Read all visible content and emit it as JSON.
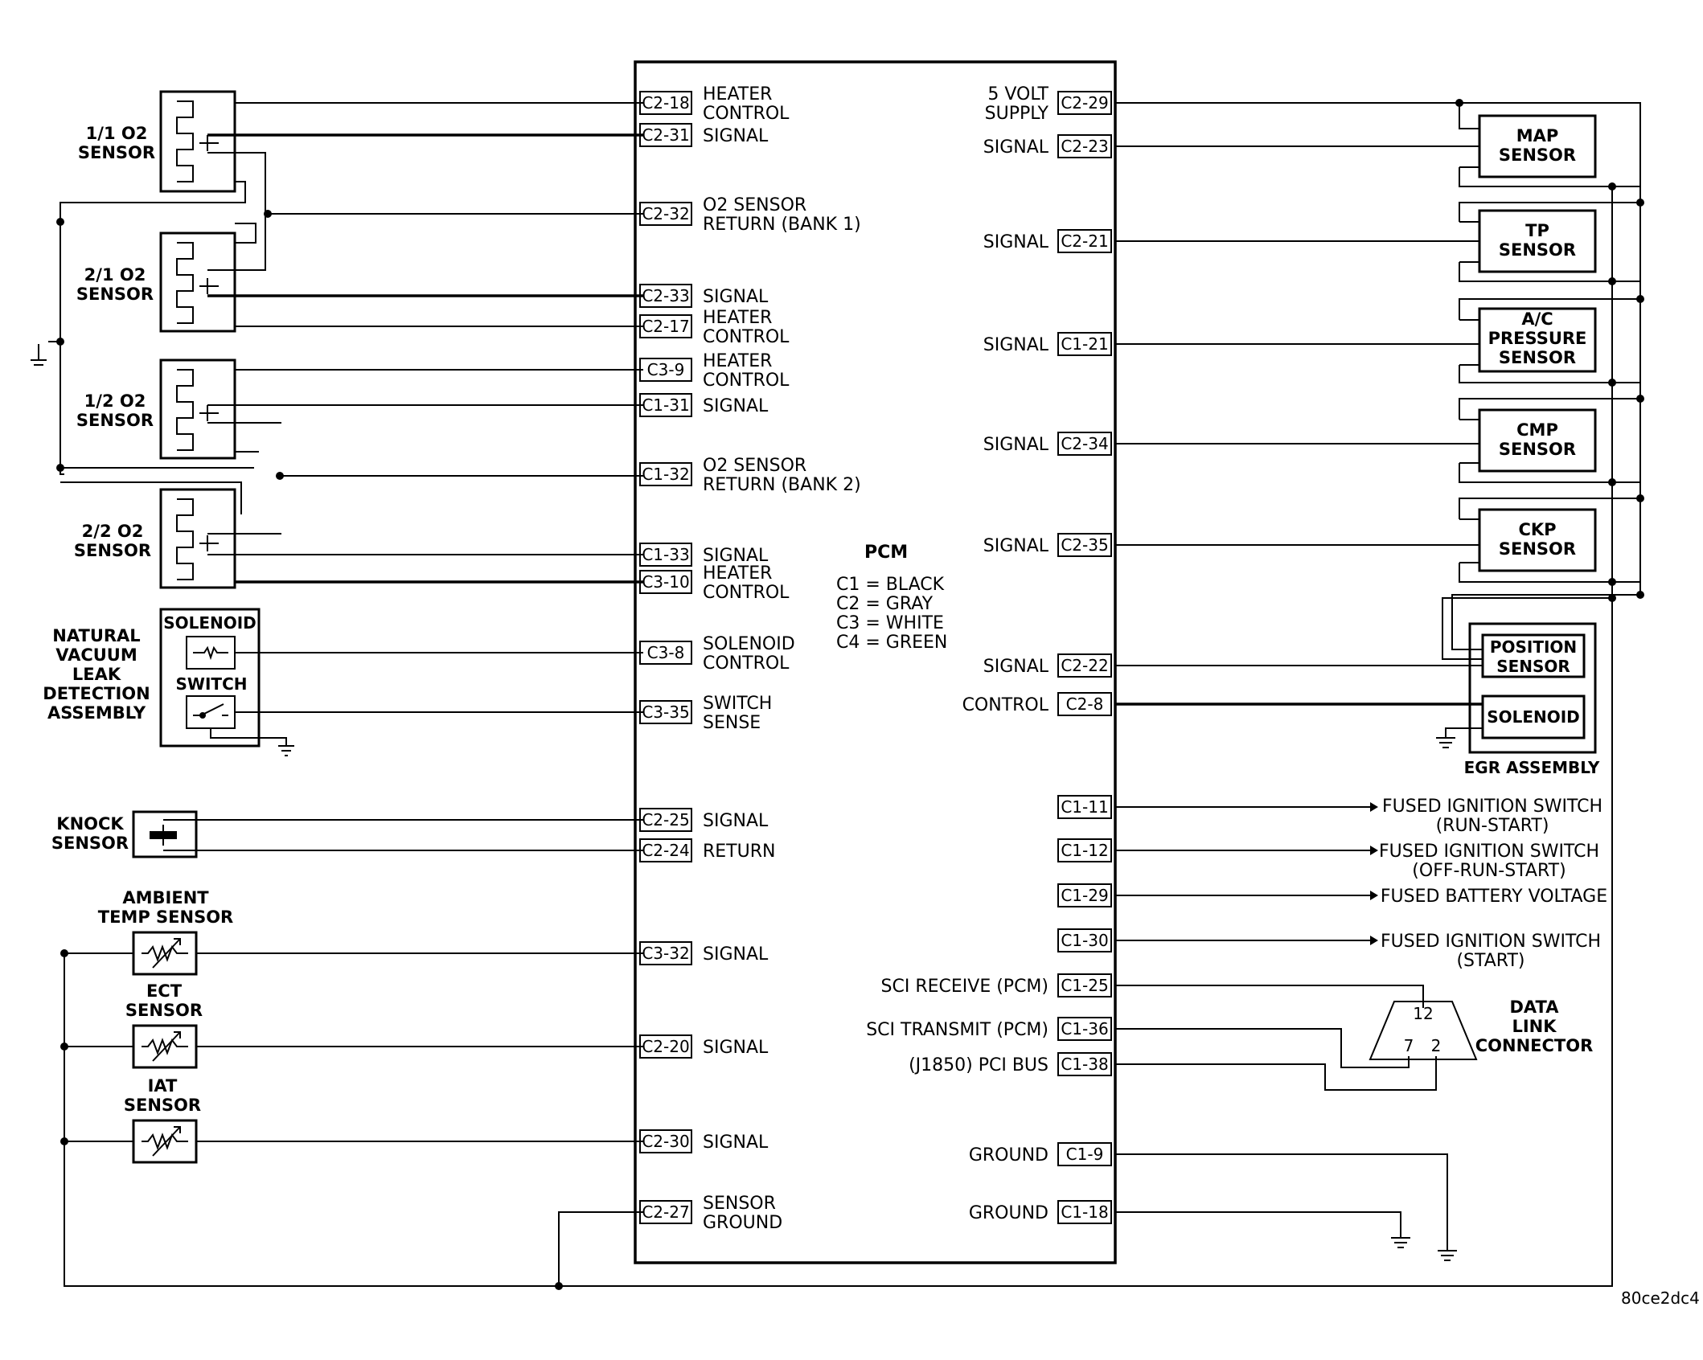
{
  "pcm": {
    "title": "PCM",
    "legend": [
      "C1 = BLACK",
      "C2 = GRAY",
      "C3 = WHITE",
      "C4 = GREEN"
    ]
  },
  "left_pins": [
    {
      "pin": "C2-18",
      "label": [
        "HEATER",
        "CONTROL"
      ]
    },
    {
      "pin": "C2-31",
      "label": [
        "SIGNAL"
      ]
    },
    {
      "pin": "C2-32",
      "label": [
        "O2 SENSOR",
        "RETURN (BANK 1)"
      ]
    },
    {
      "pin": "C2-33",
      "label": [
        "SIGNAL"
      ]
    },
    {
      "pin": "C2-17",
      "label": [
        "HEATER",
        "CONTROL"
      ]
    },
    {
      "pin": "C3-9",
      "label": [
        "HEATER",
        "CONTROL"
      ]
    },
    {
      "pin": "C1-31",
      "label": [
        "SIGNAL"
      ]
    },
    {
      "pin": "C1-32",
      "label": [
        "O2 SENSOR",
        "RETURN (BANK 2)"
      ]
    },
    {
      "pin": "C1-33",
      "label": [
        "SIGNAL"
      ]
    },
    {
      "pin": "C3-10",
      "label": [
        "HEATER",
        "CONTROL"
      ]
    },
    {
      "pin": "C3-8",
      "label": [
        "SOLENOID",
        "CONTROL"
      ]
    },
    {
      "pin": "C3-35",
      "label": [
        "SWITCH",
        "SENSE"
      ]
    },
    {
      "pin": "C2-25",
      "label": [
        "SIGNAL"
      ]
    },
    {
      "pin": "C2-24",
      "label": [
        "RETURN"
      ]
    },
    {
      "pin": "C3-32",
      "label": [
        "SIGNAL"
      ]
    },
    {
      "pin": "C2-20",
      "label": [
        "SIGNAL"
      ]
    },
    {
      "pin": "C2-30",
      "label": [
        "SIGNAL"
      ]
    },
    {
      "pin": "C2-27",
      "label": [
        "SENSOR",
        "GROUND"
      ]
    }
  ],
  "right_pins": [
    {
      "pin": "C2-29",
      "label": [
        "5 VOLT",
        "SUPPLY"
      ]
    },
    {
      "pin": "C2-23",
      "label": [
        "SIGNAL"
      ]
    },
    {
      "pin": "C2-21",
      "label": [
        "SIGNAL"
      ]
    },
    {
      "pin": "C1-21",
      "label": [
        "SIGNAL"
      ]
    },
    {
      "pin": "C2-34",
      "label": [
        "SIGNAL"
      ]
    },
    {
      "pin": "C2-35",
      "label": [
        "SIGNAL"
      ]
    },
    {
      "pin": "C2-22",
      "label": [
        "SIGNAL"
      ]
    },
    {
      "pin": "C2-8",
      "label": [
        "CONTROL"
      ]
    },
    {
      "pin": "C1-11",
      "label": []
    },
    {
      "pin": "C1-12",
      "label": []
    },
    {
      "pin": "C1-29",
      "label": []
    },
    {
      "pin": "C1-30",
      "label": []
    },
    {
      "pin": "C1-25",
      "label": [
        "SCI RECEIVE (PCM)"
      ]
    },
    {
      "pin": "C1-36",
      "label": [
        "SCI TRANSMIT (PCM)"
      ]
    },
    {
      "pin": "C1-38",
      "label": [
        "(J1850) PCI BUS"
      ]
    },
    {
      "pin": "C1-9",
      "label": [
        "GROUND"
      ]
    },
    {
      "pin": "C1-18",
      "label": [
        "GROUND"
      ]
    }
  ],
  "left_components": {
    "o2_11": [
      "1/1 O2",
      "SENSOR"
    ],
    "o2_21": [
      "2/1 O2",
      "SENSOR"
    ],
    "o2_12": [
      "1/2 O2",
      "SENSOR"
    ],
    "o2_22": [
      "2/2 O2",
      "SENSOR"
    ],
    "nvld": [
      "NATURAL",
      "VACUUM",
      "LEAK",
      "DETECTION",
      "ASSEMBLY"
    ],
    "solenoid": "SOLENOID",
    "switch": "SWITCH",
    "knock": [
      "KNOCK",
      "SENSOR"
    ],
    "ambient": [
      "AMBIENT",
      "TEMP SENSOR"
    ],
    "ect": [
      "ECT",
      "SENSOR"
    ],
    "iat": [
      "IAT",
      "SENSOR"
    ]
  },
  "right_components": {
    "map": [
      "MAP",
      "SENSOR"
    ],
    "tp": [
      "TP",
      "SENSOR"
    ],
    "ac": [
      "A/C",
      "PRESSURE",
      "SENSOR"
    ],
    "cmp": [
      "CMP",
      "SENSOR"
    ],
    "ckp": [
      "CKP",
      "SENSOR"
    ],
    "egr_position": [
      "POSITION",
      "SENSOR"
    ],
    "egr_solenoid": "SOLENOID",
    "egr_assembly": "EGR ASSEMBLY",
    "feeds": [
      [
        "FUSED IGNITION SWITCH",
        "(RUN-START)"
      ],
      [
        "FUSED IGNITION SWITCH",
        "(OFF-RUN-START)"
      ],
      [
        "FUSED BATTERY VOLTAGE"
      ],
      [
        "FUSED IGNITION SWITCH",
        "(START)"
      ]
    ],
    "dlc": [
      "DATA",
      "LINK",
      "CONNECTOR"
    ],
    "dlc_pins": [
      "12",
      "7",
      "2"
    ]
  },
  "figure_id": "80ce2dc4"
}
